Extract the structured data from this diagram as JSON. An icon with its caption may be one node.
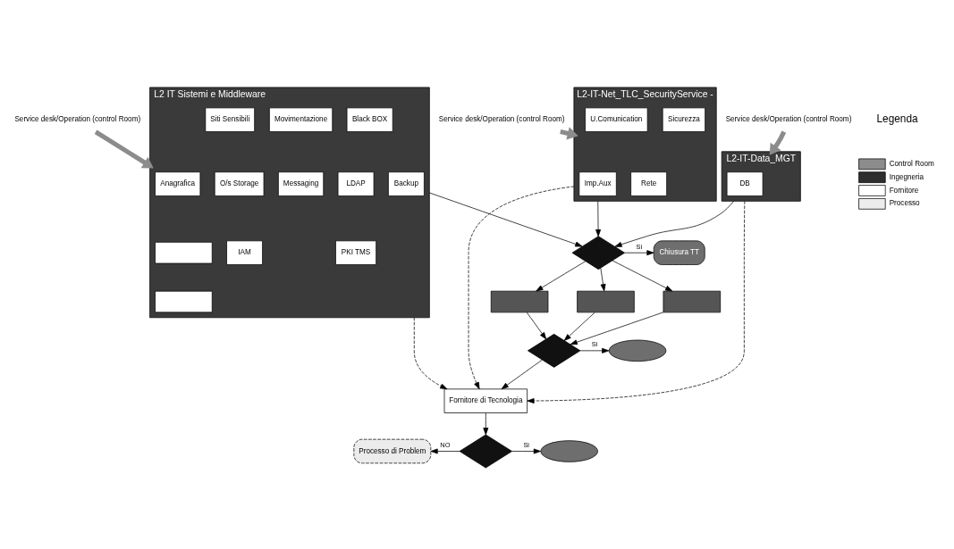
{
  "diagram": {
    "nodes": [
      {
        "text": [
          "Service desk/Operation (control Room)"
        ]
      },
      {
        "text": [
          "Service desk/Operation (control Room)"
        ]
      },
      {
        "text": [
          "Service desk/Operation (control Room)"
        ]
      },
      {
        "text": [
          "L2 IT Sistemi e Middleware"
        ]
      },
      {
        "text": [
          "Anagrafica"
        ],
        "in": 3
      },
      {
        "text": [
          "Black BOX"
        ],
        "in": 3
      },
      {
        "text": [
          "Siti Sensibili"
        ],
        "in": 3
      },
      {
        "text": [
          "Movimentazione"
        ],
        "in": 3
      },
      {
        "text": [],
        "shape": "box",
        "in": 3
      },
      {
        "text": [
          "LDAP"
        ],
        "in": 3
      },
      {
        "text": [
          "O/s Storage"
        ],
        "in": 3
      },
      {
        "text": [
          "Messaging"
        ],
        "in": 3
      },
      {
        "text": [],
        "shape": "box",
        "in": 3
      },
      {
        "text": [
          "PKI TMS"
        ],
        "in": 3
      },
      {
        "text": [
          "IAM"
        ],
        "in": 3
      },
      {
        "text": [
          "Backup"
        ],
        "in": 3
      },
      {
        "text": [
          "L2-IT-Net_TLC_SecurityService -"
        ]
      },
      {
        "text": [
          "Rete"
        ],
        "in": 16
      },
      {
        "text": [
          "Sicurezza"
        ],
        "in": 16
      },
      {
        "text": [
          "U.Comunication"
        ],
        "in": 16
      },
      {
        "text": [
          "Imp.Aux"
        ],
        "in": 16
      },
      {
        "text": [
          "L2-IT-Data_MGT"
        ]
      },
      {
        "text": [
          "DB"
        ],
        "in": 21
      },
      {
        "text": [],
        "shape": "diamond"
      },
      {
        "text": [
          "Chiusura TT"
        ]
      },
      {
        "text": [],
        "shape": "box"
      },
      {
        "text": [],
        "shape": "box"
      },
      {
        "text": [],
        "shape": "box"
      },
      {
        "text": [],
        "shape": "diamond"
      },
      {
        "text": [],
        "shape": "oval"
      },
      {
        "text": [
          "Fornitore di Tecnologia"
        ]
      },
      {
        "text": [],
        "shape": "diamond"
      },
      {
        "text": [
          "Processo di Problem"
        ]
      },
      {
        "text": [],
        "shape": "oval"
      }
    ],
    "edges": [
      {
        "from": 0,
        "to": 3,
        "arrow": "to",
        "style": "thick",
        "color": "#8c8c8c"
      },
      {
        "from": 1,
        "to": 16,
        "arrow": "to",
        "style": "thick",
        "color": "#8c8c8c"
      },
      {
        "from": 2,
        "to": 21,
        "arrow": "to",
        "style": "thick",
        "color": "#8c8c8c"
      },
      {
        "from": 3,
        "to": 23,
        "arrow": "to"
      },
      {
        "from": 16,
        "to": 23,
        "arrow": "to"
      },
      {
        "from": 21,
        "to": 23,
        "arrow": "to"
      },
      {
        "from": 3,
        "to": 30,
        "arrow": "to",
        "style": "dashed"
      },
      {
        "from": 16,
        "to": 30,
        "arrow": "to",
        "style": "dashed"
      },
      {
        "from": 21,
        "to": 30,
        "arrow": "to",
        "style": "dashed"
      },
      {
        "from": 23,
        "to": 24,
        "arrow": "to",
        "label": "Si"
      },
      {
        "from": 23,
        "to": 25,
        "arrow": "to"
      },
      {
        "from": 23,
        "to": 26,
        "arrow": "to"
      },
      {
        "from": 23,
        "to": 27,
        "arrow": "to"
      },
      {
        "from": 25,
        "to": 28,
        "arrow": "to"
      },
      {
        "from": 26,
        "to": 28,
        "arrow": "to"
      },
      {
        "from": 27,
        "to": 28,
        "arrow": "to"
      },
      {
        "from": 28,
        "to": 29,
        "arrow": "to",
        "label": "Si"
      },
      {
        "from": 28,
        "to": 30,
        "arrow": "to"
      },
      {
        "from": 30,
        "to": 31,
        "arrow": "to"
      },
      {
        "from": 31,
        "to": 32,
        "arrow": "to",
        "label": "NO"
      },
      {
        "from": 31,
        "to": 33,
        "arrow": "to",
        "label": "Si"
      }
    ],
    "labels": [
      "Legenda"
    ],
    "legend": [
      {
        "text": "Control Room",
        "color": "#8c8c8c"
      },
      {
        "text": "Ingegneria",
        "color": "#2e2e2e"
      },
      {
        "text": "Fornitore",
        "color": "#ffffff"
      },
      {
        "text": "Processo",
        "color": "#ececec"
      }
    ]
  }
}
